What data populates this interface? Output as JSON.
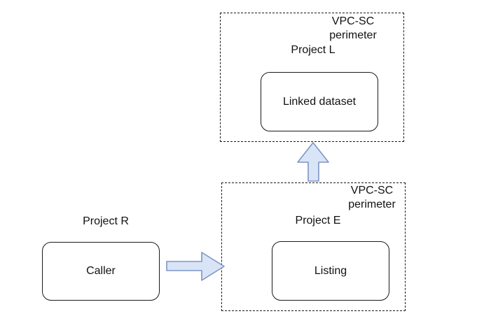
{
  "diagram": {
    "top_perimeter": {
      "perimeter_label": "VPC-SC\nperimeter",
      "project_label": "Project L",
      "node_label": "Linked dataset"
    },
    "bottom_perimeter": {
      "perimeter_label": "VPC-SC\nperimeter",
      "project_label": "Project E",
      "node_label": "Listing"
    },
    "caller_group": {
      "project_label": "Project R",
      "node_label": "Caller"
    },
    "colors": {
      "arrow_fill": "#d9e4f6",
      "arrow_stroke": "#7d96c6",
      "line_color": "#1a1a1a",
      "background": "#ffffff"
    }
  }
}
